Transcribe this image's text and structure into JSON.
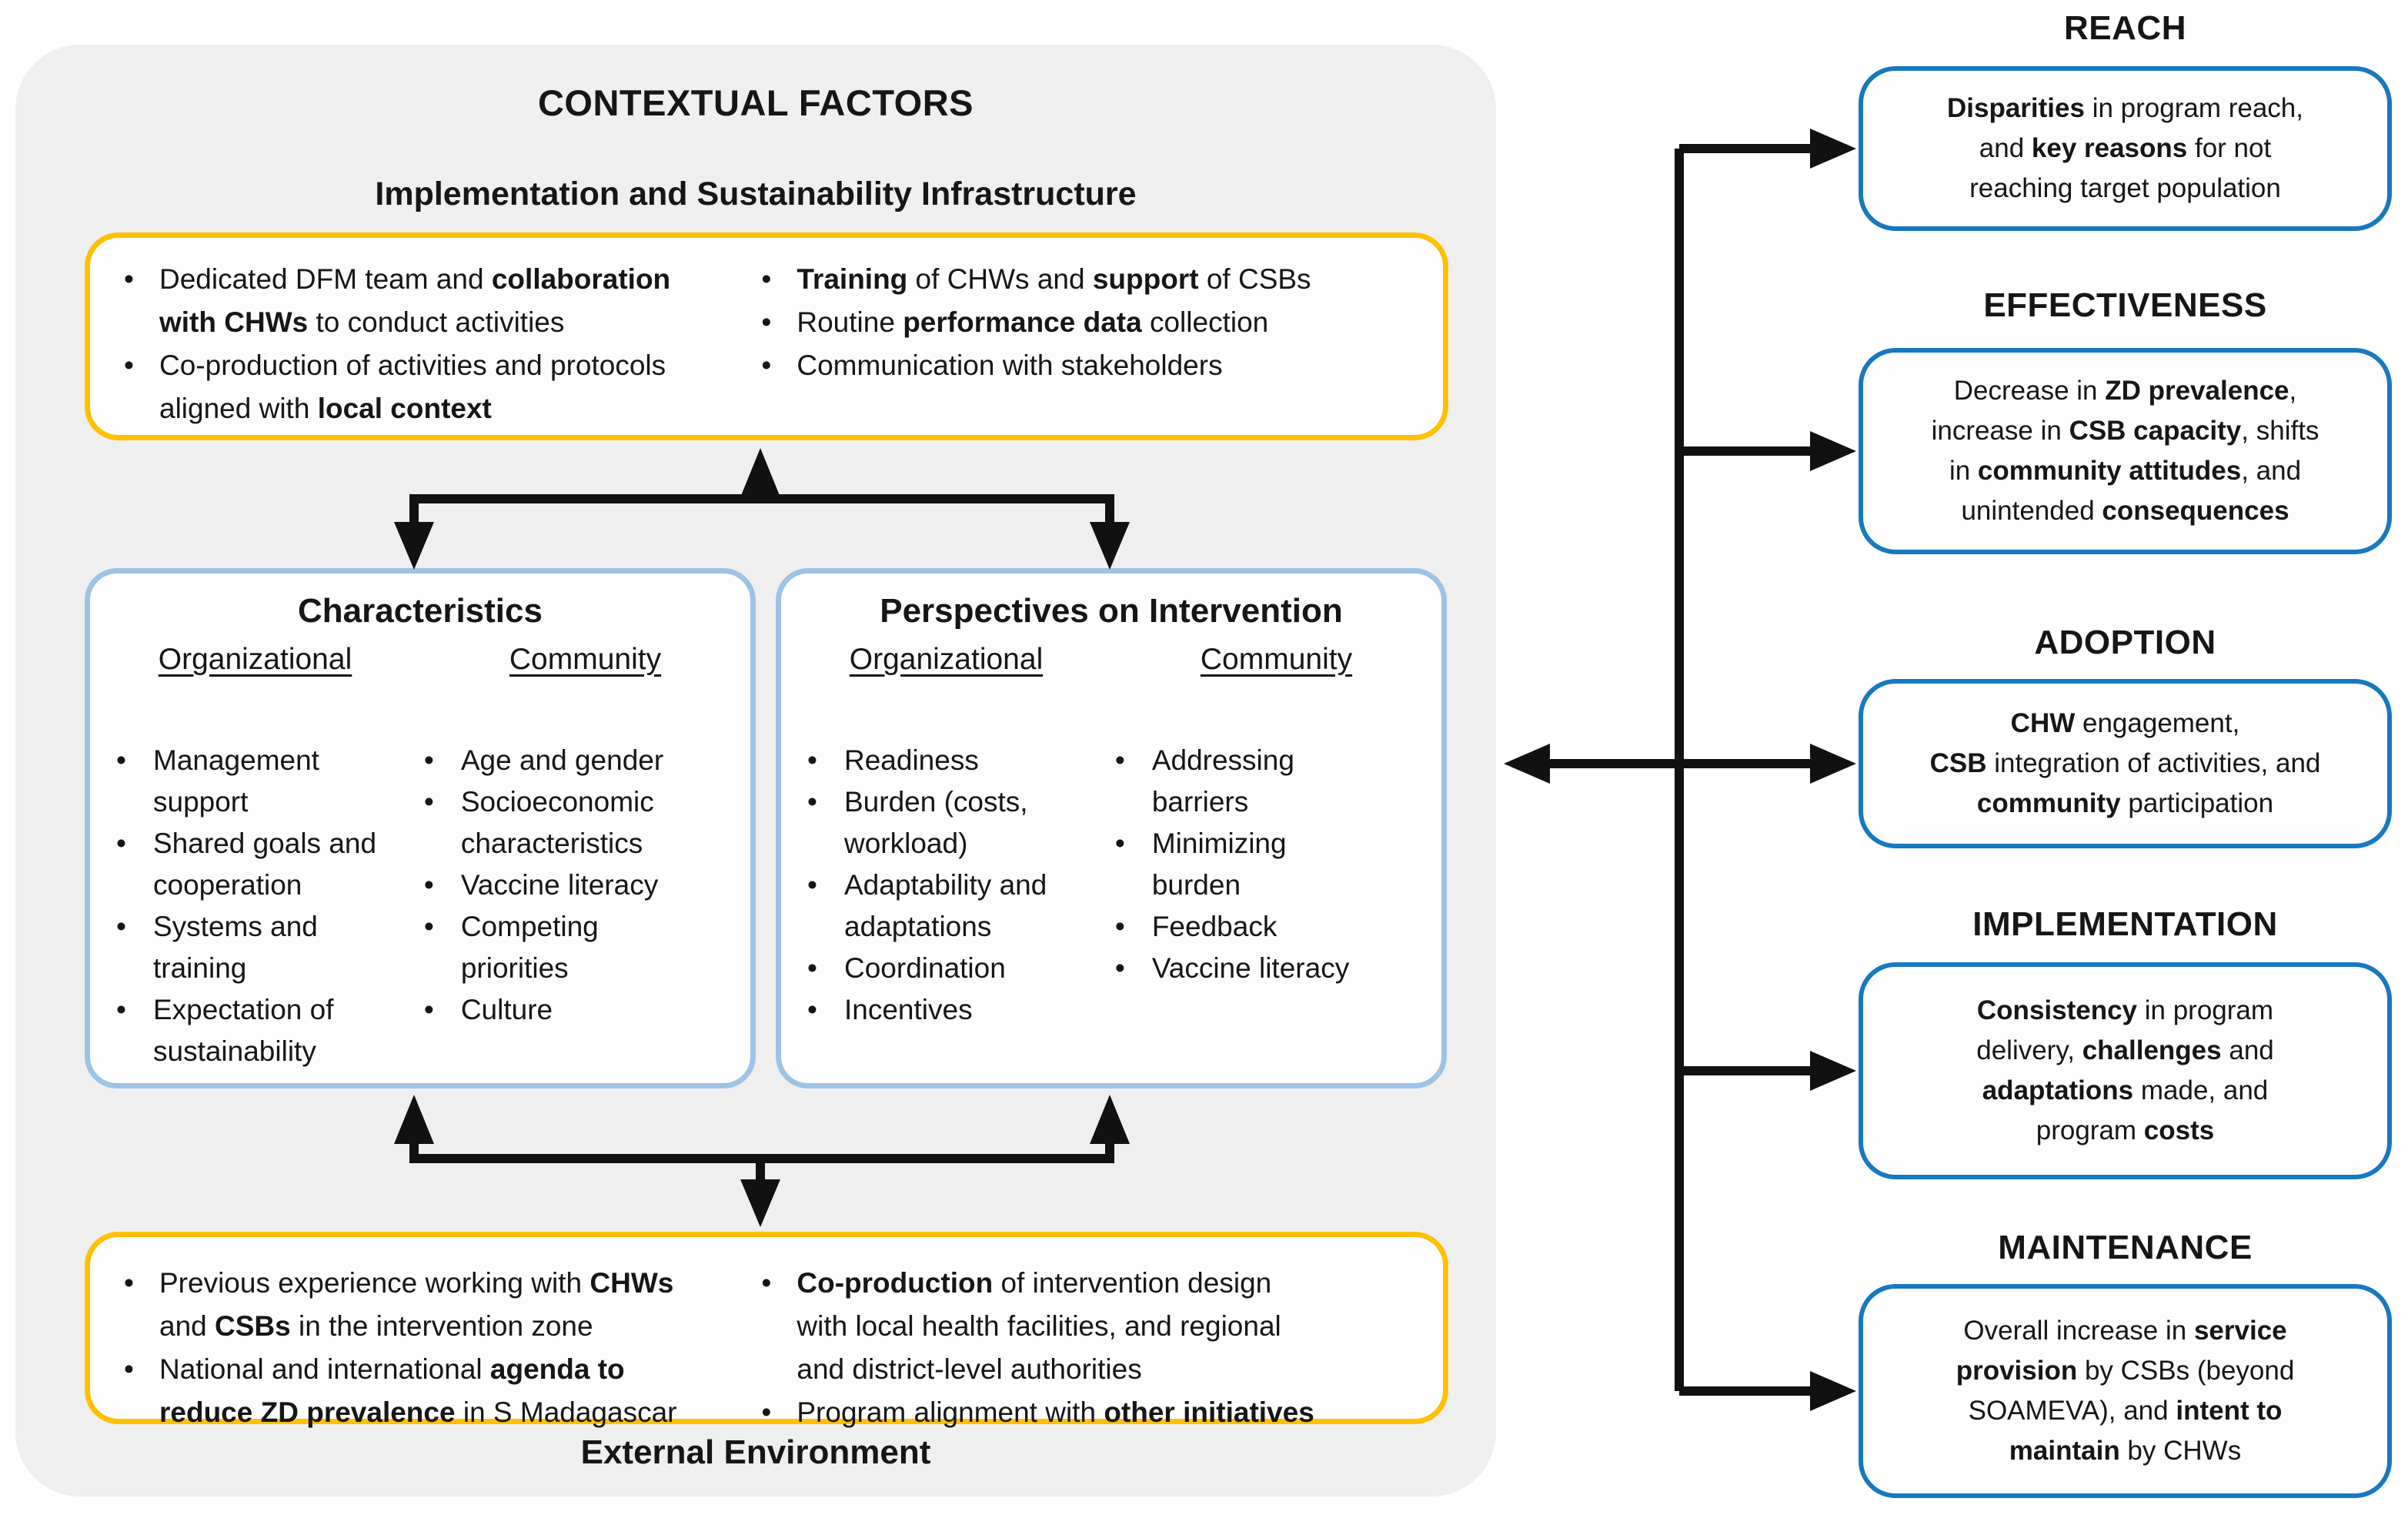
{
  "colors": {
    "accent_yellow": "#FFC000",
    "accent_light_blue": "#9DC3E6",
    "accent_blue": "#1779BF",
    "panel_gray": "#EFEFEF",
    "arrow_black": "#111111"
  },
  "contextual": {
    "title": "CONTEXTUAL FACTORS",
    "infrastructure": {
      "heading": "Implementation and Sustainability Infrastructure",
      "col1": [
        [
          {
            "t": "Dedicated DFM team and "
          },
          {
            "t": "collaboration",
            "b": true
          },
          {
            "br": true
          },
          {
            "t": "with CHWs",
            "b": true
          },
          {
            "t": " to conduct activities"
          }
        ],
        [
          {
            "t": "Co-production of activities and protocols"
          },
          {
            "br": true
          },
          {
            "t": "aligned with "
          },
          {
            "t": "local context",
            "b": true
          }
        ]
      ],
      "col2": [
        [
          {
            "t": "Training",
            "b": true
          },
          {
            "t": " of CHWs and "
          },
          {
            "t": "support",
            "b": true
          },
          {
            "t": " of CSBs"
          }
        ],
        [
          {
            "t": "Routine "
          },
          {
            "t": "performance data",
            "b": true
          },
          {
            "t": " collection"
          }
        ],
        [
          {
            "t": "Communication with stakeholders"
          }
        ]
      ]
    },
    "characteristics": {
      "title": "Characteristics",
      "organizational_label": "Organizational",
      "community_label": "Community",
      "organizational": [
        [
          {
            "t": "Management"
          },
          {
            "br": true
          },
          {
            "t": "support"
          }
        ],
        [
          {
            "t": "Shared goals and"
          },
          {
            "br": true
          },
          {
            "t": "cooperation"
          }
        ],
        [
          {
            "t": "Systems and"
          },
          {
            "br": true
          },
          {
            "t": "training"
          }
        ],
        [
          {
            "t": "Expectation of"
          },
          {
            "br": true
          },
          {
            "t": "sustainability"
          }
        ]
      ],
      "community": [
        [
          {
            "t": "Age and gender"
          }
        ],
        [
          {
            "t": "Socioeconomic"
          },
          {
            "br": true
          },
          {
            "t": "characteristics"
          }
        ],
        [
          {
            "t": "Vaccine literacy"
          }
        ],
        [
          {
            "t": "Competing"
          },
          {
            "br": true
          },
          {
            "t": "priorities"
          }
        ],
        [
          {
            "t": "Culture"
          }
        ]
      ]
    },
    "perspectives": {
      "title": "Perspectives on Intervention",
      "organizational_label": "Organizational",
      "community_label": "Community",
      "organizational": [
        [
          {
            "t": "Readiness"
          }
        ],
        [
          {
            "t": "Burden (costs,"
          },
          {
            "br": true
          },
          {
            "t": "workload)"
          }
        ],
        [
          {
            "t": "Adaptability and"
          },
          {
            "br": true
          },
          {
            "t": "adaptations"
          }
        ],
        [
          {
            "t": "Coordination"
          }
        ],
        [
          {
            "t": "Incentives"
          }
        ]
      ],
      "community": [
        [
          {
            "t": "Addressing"
          },
          {
            "br": true
          },
          {
            "t": "barriers"
          }
        ],
        [
          {
            "t": "Minimizing"
          },
          {
            "br": true
          },
          {
            "t": "burden"
          }
        ],
        [
          {
            "t": "Feedback"
          }
        ],
        [
          {
            "t": "Vaccine literacy"
          }
        ]
      ]
    },
    "external": {
      "heading": "External Environment",
      "col1": [
        [
          {
            "t": "Previous experience working with "
          },
          {
            "t": "CHWs",
            "b": true
          },
          {
            "br": true
          },
          {
            "t": "and "
          },
          {
            "t": "CSBs",
            "b": true
          },
          {
            "t": " in the intervention zone"
          }
        ],
        [
          {
            "t": "National and international "
          },
          {
            "t": "agenda to",
            "b": true
          },
          {
            "br": true
          },
          {
            "t": "reduce ZD prevalence",
            "b": true
          },
          {
            "t": " in S Madagascar"
          }
        ]
      ],
      "col2": [
        [
          {
            "t": "Co-production",
            "b": true
          },
          {
            "t": " of intervention design"
          },
          {
            "br": true
          },
          {
            "t": "with local health facilities, and regional"
          },
          {
            "br": true
          },
          {
            "t": "and district-level authorities"
          }
        ],
        [
          {
            "t": "Program alignment with "
          },
          {
            "t": "other initiatives",
            "b": true
          }
        ]
      ]
    }
  },
  "outcomes": [
    {
      "heading": "REACH",
      "text": [
        {
          "t": "Disparities",
          "b": true
        },
        {
          "t": " in program reach,"
        },
        {
          "br": true
        },
        {
          "t": "and "
        },
        {
          "t": "key reasons",
          "b": true
        },
        {
          "t": " for not"
        },
        {
          "br": true
        },
        {
          "t": "reaching target population"
        }
      ]
    },
    {
      "heading": "EFFECTIVENESS",
      "text": [
        {
          "t": "Decrease in "
        },
        {
          "t": "ZD prevalence",
          "b": true
        },
        {
          "t": ","
        },
        {
          "br": true
        },
        {
          "t": "increase in "
        },
        {
          "t": "CSB capacity",
          "b": true
        },
        {
          "t": ", shifts"
        },
        {
          "br": true
        },
        {
          "t": "in "
        },
        {
          "t": "community attitudes",
          "b": true
        },
        {
          "t": ", and"
        },
        {
          "br": true
        },
        {
          "t": "unintended "
        },
        {
          "t": "consequences",
          "b": true
        }
      ]
    },
    {
      "heading": "ADOPTION",
      "text": [
        {
          "t": "CHW",
          "b": true
        },
        {
          "t": " engagement,"
        },
        {
          "br": true
        },
        {
          "t": "CSB",
          "b": true
        },
        {
          "t": " integration of activities, and"
        },
        {
          "br": true
        },
        {
          "t": "community",
          "b": true
        },
        {
          "t": " participation"
        }
      ]
    },
    {
      "heading": "IMPLEMENTATION",
      "text": [
        {
          "t": "Consistency",
          "b": true
        },
        {
          "t": " in program"
        },
        {
          "br": true
        },
        {
          "t": "delivery, "
        },
        {
          "t": "challenges",
          "b": true
        },
        {
          "t": " and"
        },
        {
          "br": true
        },
        {
          "t": "adaptations",
          "b": true
        },
        {
          "t": " made, and"
        },
        {
          "br": true
        },
        {
          "t": "program "
        },
        {
          "t": "costs",
          "b": true
        }
      ]
    },
    {
      "heading": "MAINTENANCE",
      "text": [
        {
          "t": "Overall increase in "
        },
        {
          "t": "service",
          "b": true
        },
        {
          "br": true
        },
        {
          "t": "provision",
          "b": true
        },
        {
          "t": " by CSBs (beyond"
        },
        {
          "br": true
        },
        {
          "t": "SOAMEVA), and "
        },
        {
          "t": "intent to",
          "b": true
        },
        {
          "br": true
        },
        {
          "t": "maintain",
          "b": true
        },
        {
          "t": " by CHWs"
        }
      ]
    }
  ]
}
